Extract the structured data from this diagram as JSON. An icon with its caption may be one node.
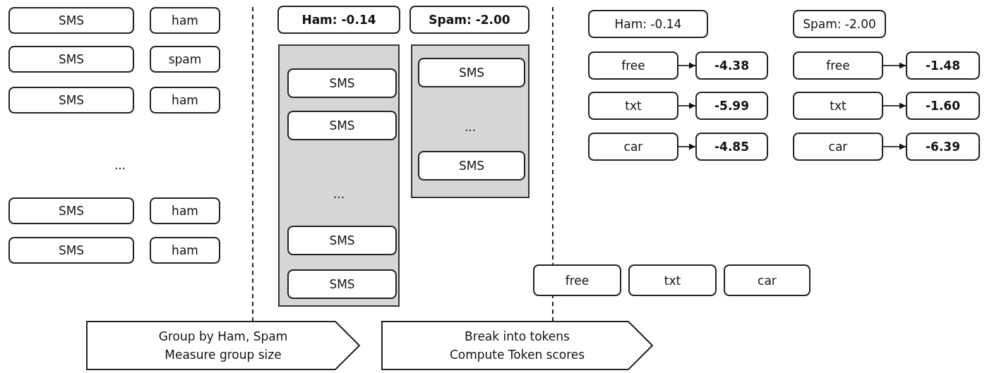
{
  "diagram": {
    "nodes": [
      {
        "text": [
          "SMS"
        ]
      },
      {
        "text": [
          "ham"
        ]
      },
      {
        "text": [
          "SMS"
        ]
      },
      {
        "text": [
          "spam"
        ]
      },
      {
        "text": [
          "SMS"
        ]
      },
      {
        "text": [
          "ham"
        ]
      },
      {
        "text": [
          "SMS"
        ]
      },
      {
        "text": [
          "ham"
        ]
      },
      {
        "text": [
          "SMS"
        ]
      },
      {
        "text": [
          "ham"
        ]
      },
      {
        "text": [
          "Ham: -0.14"
        ]
      },
      {
        "text": [
          "Spam: -2.00"
        ]
      },
      {
        "text": [
          "..."
        ]
      },
      {
        "text": [
          "SMS"
        ],
        "in": 12
      },
      {
        "text": [
          "SMS"
        ],
        "in": 12
      },
      {
        "text": [
          "SMS"
        ],
        "in": 12
      },
      {
        "text": [
          "SMS"
        ],
        "in": 12
      },
      {
        "text": [
          "..."
        ]
      },
      {
        "text": [
          "SMS"
        ],
        "in": 17
      },
      {
        "text": [
          "SMS"
        ],
        "in": 17
      },
      {
        "text": [
          "Ham: -0.14"
        ]
      },
      {
        "text": [
          "free"
        ]
      },
      {
        "text": [
          "-4.38"
        ]
      },
      {
        "text": [
          "txt"
        ]
      },
      {
        "text": [
          "-5.99"
        ]
      },
      {
        "text": [
          "car"
        ]
      },
      {
        "text": [
          "-4.85"
        ]
      },
      {
        "text": [
          "Spam: -2.00"
        ]
      },
      {
        "text": [
          "free"
        ]
      },
      {
        "text": [
          "-1.48"
        ]
      },
      {
        "text": [
          "txt"
        ]
      },
      {
        "text": [
          "-1.60"
        ]
      },
      {
        "text": [
          "car"
        ]
      },
      {
        "text": [
          "-6.39"
        ]
      },
      {
        "text": [
          "free"
        ]
      },
      {
        "text": [
          "txt"
        ]
      },
      {
        "text": [
          "car"
        ]
      },
      {
        "text": [
          "Group by Ham, Spam",
          "Measure group size"
        ]
      },
      {
        "text": [
          "Break into tokens",
          "Compute Token scores"
        ]
      }
    ],
    "edges": [
      {
        "from": 21,
        "to": 22,
        "arrow": "to"
      },
      {
        "from": 23,
        "to": 24,
        "arrow": "to"
      },
      {
        "from": 25,
        "to": 26,
        "arrow": "to"
      },
      {
        "from": 28,
        "to": 29,
        "arrow": "to"
      },
      {
        "from": 30,
        "to": 31,
        "arrow": "to"
      },
      {
        "from": 32,
        "to": 33,
        "arrow": "to"
      }
    ],
    "labels": [
      "..."
    ]
  }
}
